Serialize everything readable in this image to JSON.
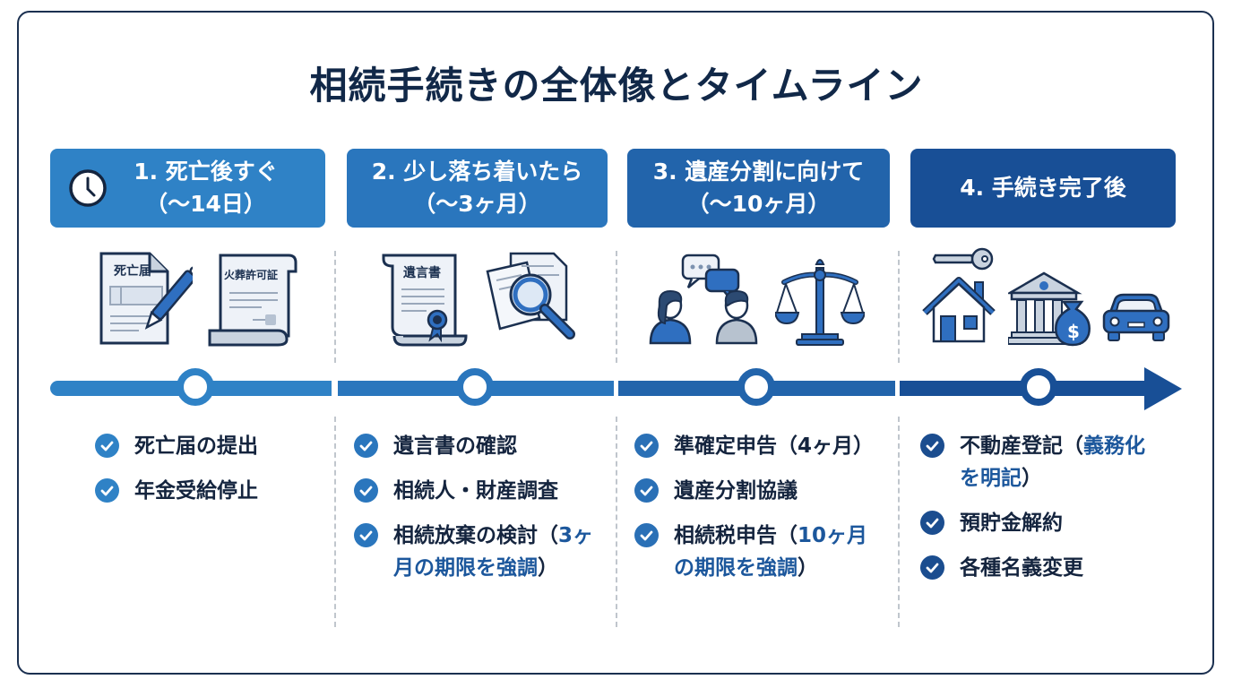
{
  "title": "相続手続きの全体像とタイムライン",
  "colors": {
    "frame": "#1b3050",
    "title": "#112848",
    "phase1": "#2f82c6",
    "phase2": "#2a76bd",
    "phase3": "#2264ab",
    "phase4": "#184f96",
    "highlight": "#1c579c",
    "text": "#14243e",
    "separator": "#c0c6cd"
  },
  "phases": [
    {
      "number": "1.",
      "label": "1. 死亡後すぐ",
      "period": "（〜14日）",
      "icon": "clock-icon",
      "illustrations": [
        {
          "icon": "death-certificate-form-icon",
          "label": "死亡届"
        },
        {
          "icon": "cremation-permit-scroll-icon",
          "label": "火葬許可証"
        }
      ],
      "tasks": [
        {
          "text": "死亡届の提出",
          "highlight": ""
        },
        {
          "text": "年金受給停止",
          "highlight": ""
        }
      ]
    },
    {
      "number": "2.",
      "label": "2. 少し落ち着いたら",
      "period": "（〜3ヶ月）",
      "illustrations": [
        {
          "icon": "will-scroll-icon",
          "label": "遺言書"
        },
        {
          "icon": "magnifier-documents-icon",
          "label": ""
        }
      ],
      "tasks": [
        {
          "text": "遺言書の確認",
          "highlight": ""
        },
        {
          "text": "相続人・財産調査",
          "highlight": ""
        },
        {
          "text": "相続放棄の検討（",
          "highlight": "3ヶ月の期限を強調",
          "tail": "）"
        }
      ]
    },
    {
      "number": "3.",
      "label": "3. 遺産分割に向けて",
      "period": "（〜10ヶ月）",
      "illustrations": [
        {
          "icon": "people-discussion-icon",
          "label": ""
        },
        {
          "icon": "scales-of-justice-icon",
          "label": ""
        }
      ],
      "tasks": [
        {
          "text": "準確定申告（4ヶ月）",
          "highlight": ""
        },
        {
          "text": "遺産分割協議",
          "highlight": ""
        },
        {
          "text": "相続税申告（",
          "highlight": "10ヶ月の期限を強調",
          "tail": "）"
        }
      ]
    },
    {
      "number": "4.",
      "label": "4. 手続き完了後",
      "period": "",
      "illustrations": [
        {
          "icon": "house-key-icon",
          "label": ""
        },
        {
          "icon": "bank-money-bag-icon",
          "label": ""
        },
        {
          "icon": "car-icon",
          "label": ""
        }
      ],
      "tasks": [
        {
          "text": "不動産登記（",
          "highlight": "義務化を明記",
          "tail": "）"
        },
        {
          "text": "預貯金解約",
          "highlight": ""
        },
        {
          "text": "各種名義変更",
          "highlight": ""
        }
      ]
    }
  ]
}
